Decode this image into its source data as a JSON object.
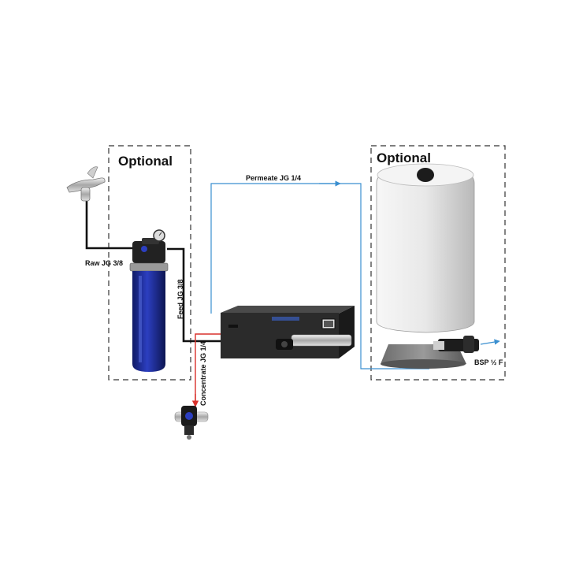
{
  "diagram": {
    "optional_left": "Optional",
    "optional_right": "Optional",
    "labels": {
      "raw": "Raw JG 3/8",
      "feed": "Feed JG 3/8",
      "permeate": "Permeate JG 1/4",
      "concentrate": "Concentrate JG 1/4",
      "bsp": "BSP ½ F"
    },
    "colors": {
      "feed_line": "#111111",
      "permeate_line": "#3a8fd0",
      "concentrate_line": "#d9312b",
      "filter_housing": "#1f2f9a",
      "tank_body": "#e6e6e6",
      "unit_body": "#2a2a2a"
    }
  }
}
